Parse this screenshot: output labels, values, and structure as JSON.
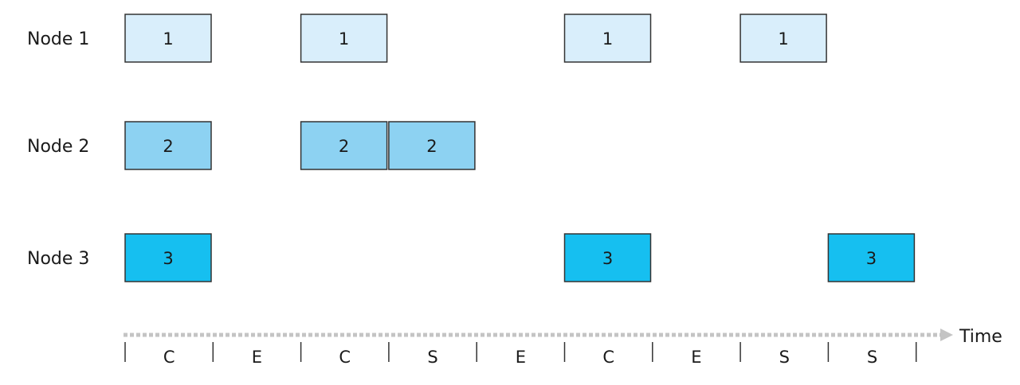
{
  "rows": [
    {
      "label": "Node 1",
      "fill": "#d9eefb",
      "slots": [
        0,
        2,
        5,
        7
      ],
      "frame_label": "1"
    },
    {
      "label": "Node 2",
      "fill": "#8dd2f2",
      "slots": [
        0,
        2,
        3
      ],
      "frame_label": "2"
    },
    {
      "label": "Node 3",
      "fill": "#16bff0",
      "slots": [
        0,
        5,
        8
      ],
      "frame_label": "3"
    }
  ],
  "timeline": {
    "slot_labels": [
      "C",
      "E",
      "C",
      "S",
      "E",
      "C",
      "E",
      "S",
      "S"
    ],
    "axis_label": "Time",
    "axis_color": "#c4c4c4"
  },
  "colors": {
    "frame_stroke": "#333333",
    "tick": "#333333"
  }
}
